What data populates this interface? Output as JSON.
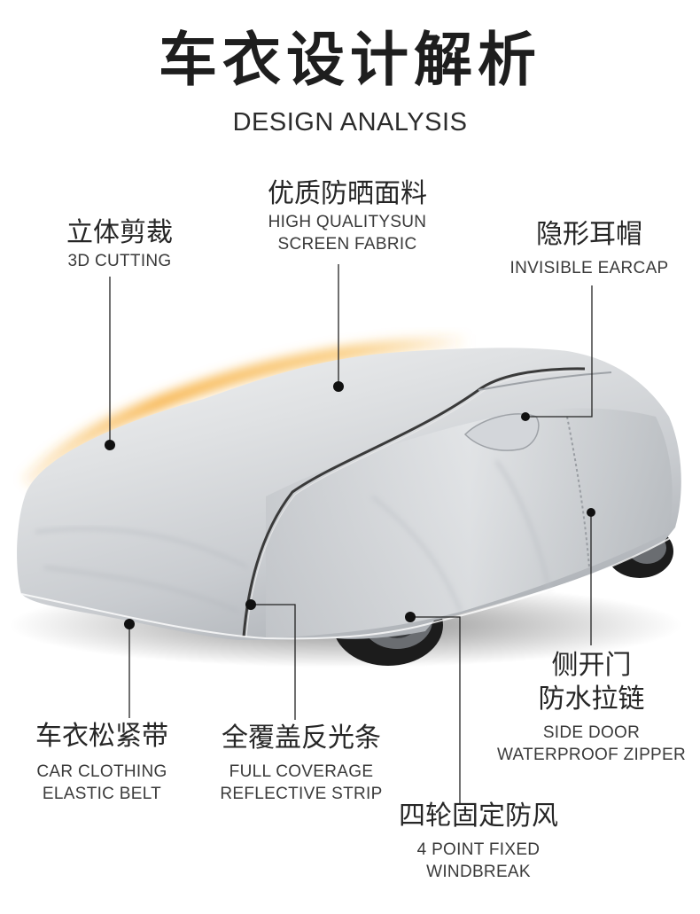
{
  "header": {
    "title": "车衣设计解析",
    "subtitle": "DESIGN ANALYSIS"
  },
  "features": {
    "cutting": {
      "zh": "立体剪裁",
      "en": [
        "3D CUTTING"
      ]
    },
    "fabric": {
      "zh": "优质防晒面料",
      "en": [
        "HIGH QUALITYSUN",
        "SCREEN FABRIC"
      ]
    },
    "earcap": {
      "zh": "隐形耳帽",
      "en": [
        "INVISIBLE EARCAP"
      ]
    },
    "elastic": {
      "zh": "车衣松紧带",
      "en": [
        "CAR CLOTHING",
        "ELASTIC BELT"
      ]
    },
    "reflective": {
      "zh": "全覆盖反光条",
      "en": [
        "FULL COVERAGE",
        "REFLECTIVE STRIP"
      ]
    },
    "windbreak": {
      "zh": "四轮固定防风",
      "en": [
        "4 POINT FIXED",
        "WINDBREAK"
      ]
    },
    "zipper": {
      "zh": [
        "侧开门",
        "防水拉链"
      ],
      "en": [
        "SIDE DOOR",
        "WATERPROOF ZIPPER"
      ]
    }
  },
  "colors": {
    "accent_glow": "#f5a623",
    "cover_silver": "#d9dcdf",
    "callout_line": "#222222"
  }
}
